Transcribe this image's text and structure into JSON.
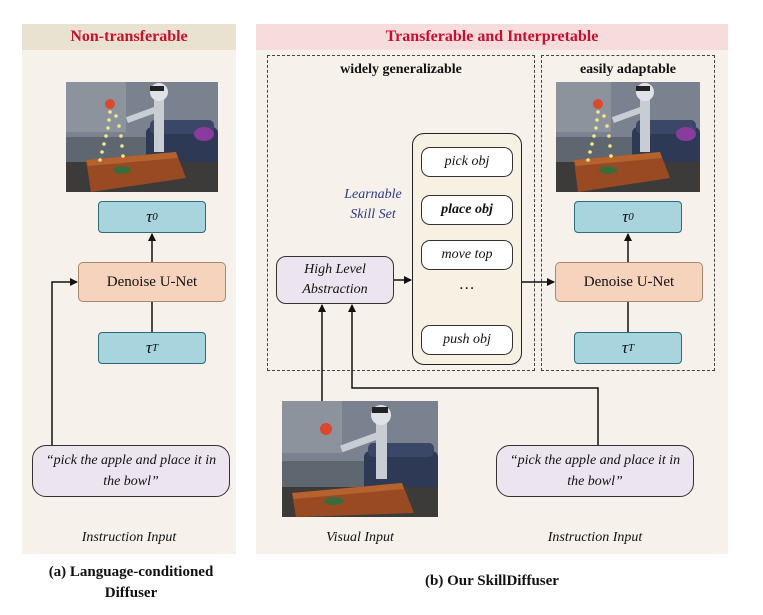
{
  "left_panel": {
    "header": "Non-transferable",
    "tau_top": "τ0",
    "denoise": "Denoise U-Net",
    "tau_bottom": "τT",
    "instruction": "“pick the apple and place it in the bowl”",
    "instruction_label": "Instruction Input",
    "caption": "(a) Language-conditioned Diffuser"
  },
  "right_panel": {
    "header": "Transferable and Interpretable",
    "sub_left": "widely generalizable",
    "sub_right": "easily adaptable",
    "skill_set_label": "Learnable Skill Set",
    "hla": "High Level Abstraction",
    "skills": [
      "pick obj",
      "place obj",
      "move top",
      "…",
      "push obj"
    ],
    "tau_top": "τ0",
    "denoise": "Denoise U-Net",
    "tau_bottom": "τT",
    "visual_label": "Visual Input",
    "instruction": "“pick the apple and place it in the bowl”",
    "instruction_label": "Instruction Input",
    "caption": "(b) Our SkillDiffuser"
  },
  "colors": {
    "header_text": "#c8102e",
    "left_header_bg": "#e9e2d0",
    "right_header_bg": "#f6dcdc",
    "panel_bg": "#f6f2eb",
    "tau_fill": "#a8d4de",
    "denoise_fill": "#f6d3bd",
    "instruction_fill": "#ece4ee"
  }
}
